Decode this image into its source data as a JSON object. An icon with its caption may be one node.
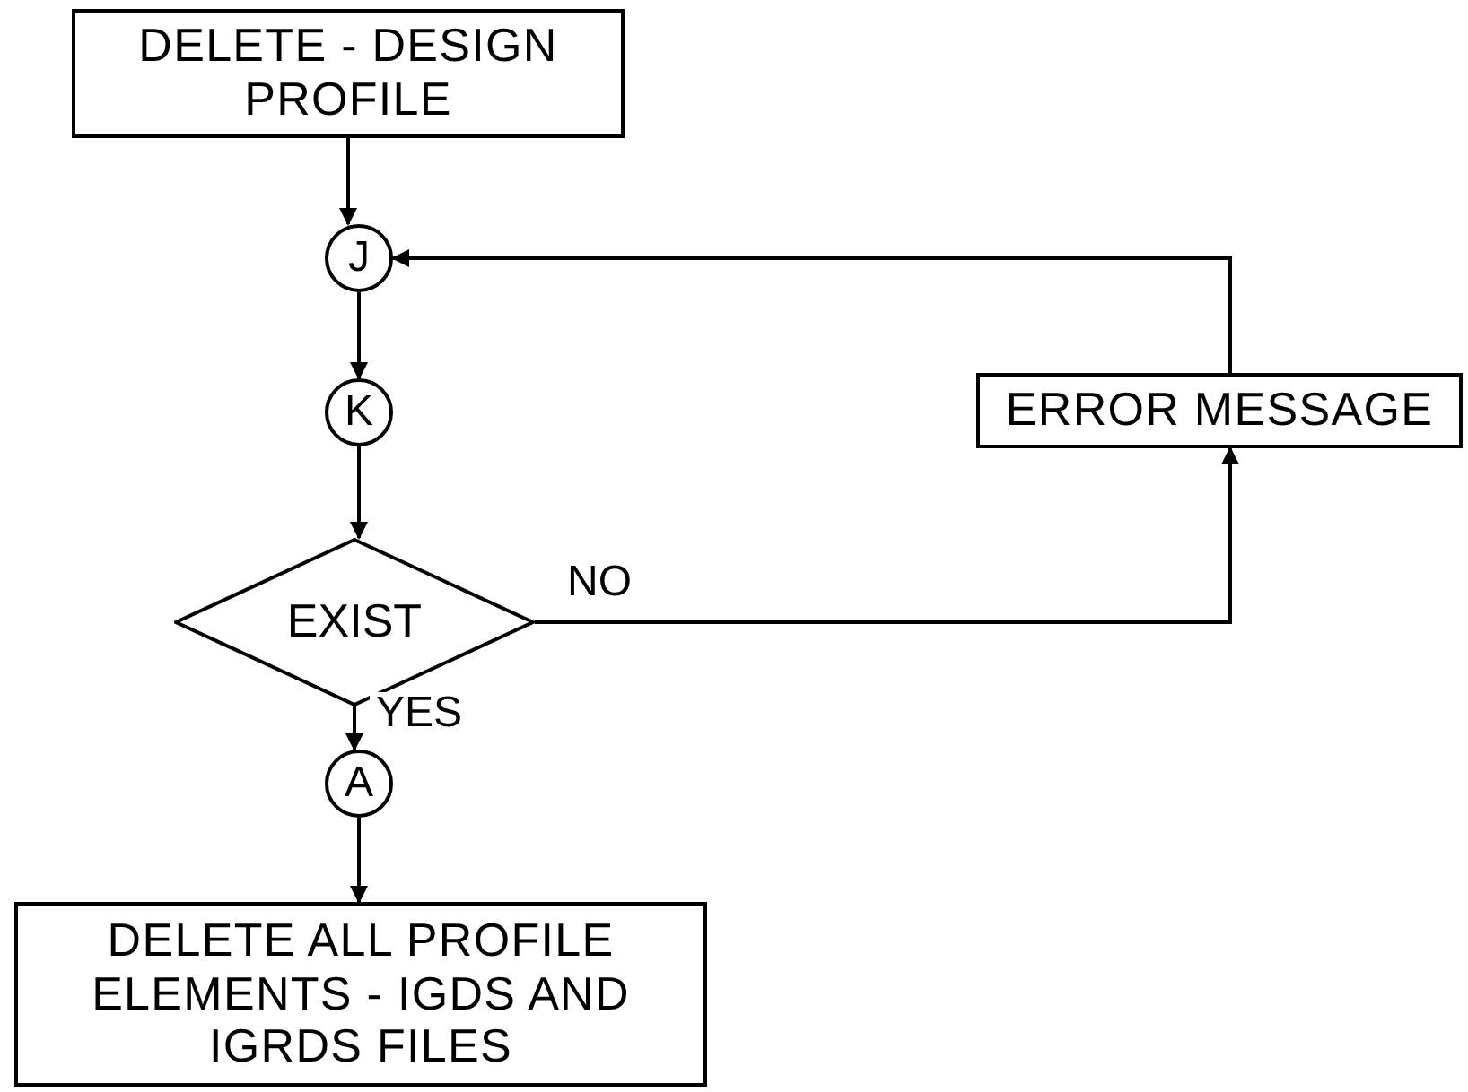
{
  "diagram": {
    "nodes": [
      {
        "text": [
          "DELETE - DESIGN PROFILE"
        ]
      },
      {
        "text": [
          "J"
        ]
      },
      {
        "text": [
          "K"
        ]
      },
      {
        "text": [
          "EXIST"
        ]
      },
      {
        "text": [
          "A"
        ]
      },
      {
        "text": [
          "DELETE ALL PROFILE ELEMENTS - IGDS AND IGRDS FILES"
        ]
      },
      {
        "text": [
          "ERROR MESSAGE"
        ]
      }
    ],
    "edges": [
      {
        "from": 0,
        "to": 1,
        "arrow": "to"
      },
      {
        "from": 1,
        "to": 2,
        "arrow": "to"
      },
      {
        "from": 2,
        "to": 3,
        "arrow": "to"
      },
      {
        "from": 3,
        "to": 4,
        "arrow": "to",
        "label": "YES"
      },
      {
        "from": 4,
        "to": 5,
        "arrow": "to"
      },
      {
        "from": 3,
        "to": 6,
        "arrow": "to",
        "label": "NO"
      },
      {
        "from": 6,
        "to": 1,
        "arrow": "to"
      }
    ]
  }
}
